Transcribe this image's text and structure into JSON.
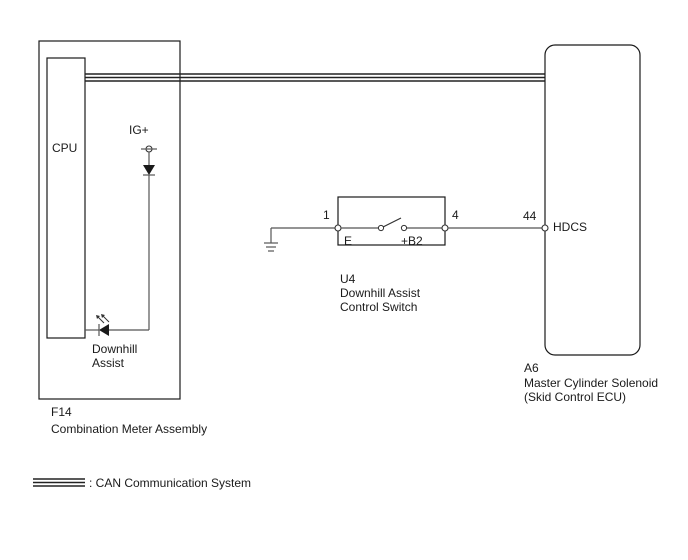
{
  "components": {
    "meter": {
      "code": "F14",
      "name": "Combination Meter Assembly",
      "cpu_label": "CPU",
      "ig_label": "IG+",
      "indicator_line1": "Downhill",
      "indicator_line2": "Assist"
    },
    "switch": {
      "code": "U4",
      "name_line1": "Downhill Assist",
      "name_line2": "Control Switch",
      "pin_e_number": "1",
      "pin_e_label": "E",
      "pin_b2_number": "4",
      "pin_b2_label": "+B2"
    },
    "ecu": {
      "code": "A6",
      "name_line1": "Master Cylinder Solenoid",
      "name_line2": "(Skid Control ECU)",
      "pin_number": "44",
      "pin_label": "HDCS"
    }
  },
  "legend": {
    "can_label": ": CAN Communication System"
  }
}
